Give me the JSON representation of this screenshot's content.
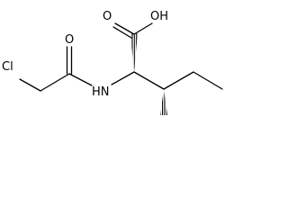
{
  "molecule": {
    "atoms": {
      "cl": "Cl",
      "o_carbonyl": "O",
      "nh": "HN",
      "o_acid": "O",
      "oh": "OH"
    }
  }
}
